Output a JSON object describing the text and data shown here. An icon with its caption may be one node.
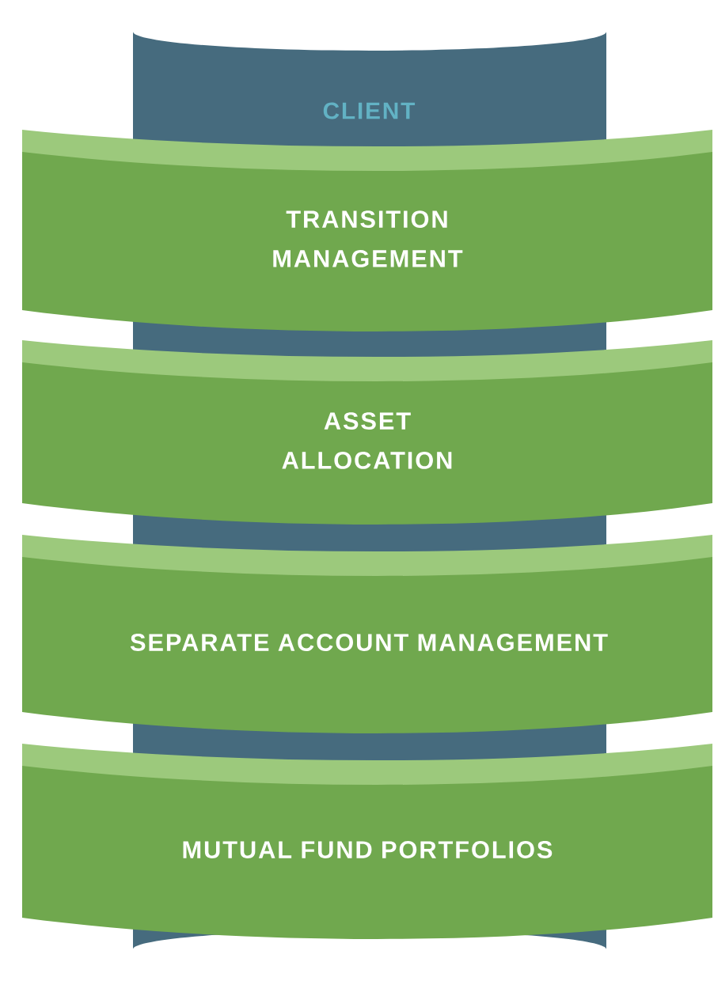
{
  "diagram": {
    "nodes": [
      {
        "text": [
          "CLIENT"
        ]
      },
      {
        "text": [
          "TRANSITION MANAGEMENT"
        ]
      },
      {
        "text": [
          "ASSET ALLOCATION"
        ]
      },
      {
        "text": [
          "SEPARATE ACCOUNT MANAGEMENT"
        ]
      },
      {
        "text": [
          "MUTUAL FUND PORTFOLIOS"
        ]
      }
    ]
  }
}
